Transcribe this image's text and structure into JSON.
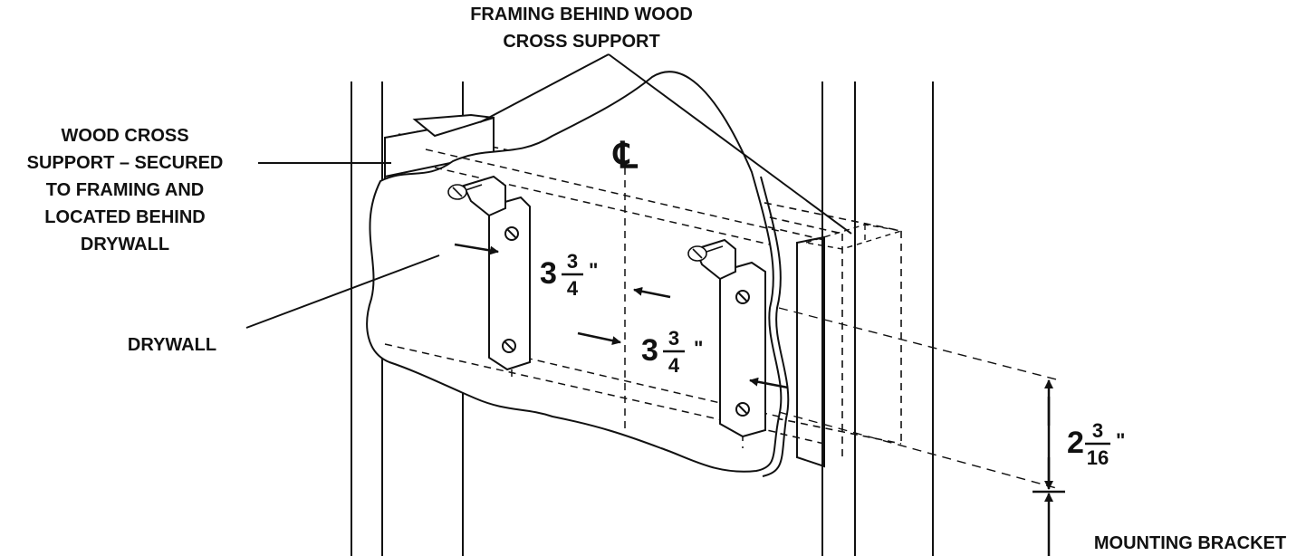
{
  "labels": {
    "framing_behind_line1": "FRAMING BEHIND WOOD",
    "framing_behind_line2": "CROSS SUPPORT",
    "wood_cross_line1": "WOOD CROSS",
    "wood_cross_line2": "SUPPORT – SECURED",
    "wood_cross_line3": "TO FRAMING AND",
    "wood_cross_line4": "LOCATED BEHIND",
    "wood_cross_line5": "DRYWALL",
    "drywall": "DRYWALL",
    "mounting_bracket": "MOUNTING BRACKET",
    "centerline_symbol": "℄"
  },
  "dimensions": {
    "bracket_to_center_left": {
      "whole": "3",
      "numerator": "3",
      "denominator": "4",
      "unit": "\""
    },
    "bracket_to_center_right": {
      "whole": "3",
      "numerator": "3",
      "denominator": "4",
      "unit": "\""
    },
    "vertical_offset": {
      "whole": "2",
      "numerator": "3",
      "denominator": "16",
      "unit": "\""
    }
  },
  "colors": {
    "line": "#111111",
    "background": "#ffffff"
  }
}
